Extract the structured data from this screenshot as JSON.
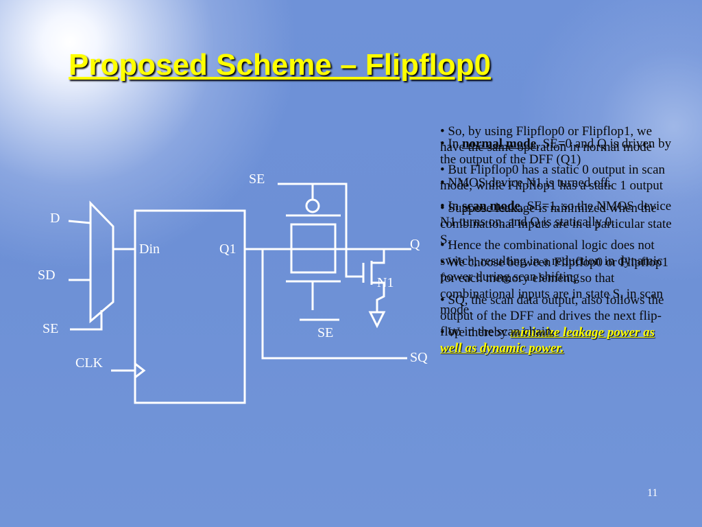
{
  "slide": {
    "title": "Proposed Scheme – Flipflop0",
    "page_number": "11"
  },
  "circuit": {
    "labels": {
      "D": "D",
      "SD": "SD",
      "SE_left": "SE",
      "CLK": "CLK",
      "Din": "Din",
      "Q1": "Q1",
      "SE_top": "SE",
      "SE_bottom": "SE",
      "Q": "Q",
      "SQ": "SQ",
      "N1": "N1"
    }
  },
  "text_layer_1": {
    "bullets": [
      "• So, by using Flipflop0 or Flipflop1, we have the same operation in normal mode",
      "• But Flipflop0 has a static 0 output in scan mode, while Flipflop1 has a static 1 output",
      "• Suppose leakage is minimized when the combinational inputs are in a particular state S.",
      "• We choose between Flipflop0 or Flipflop1 for each memory element, so that combinational inputs are in state S, in scan mode."
    ],
    "final_prefix": "• We thereby ",
    "final_emphasis": "minimize leakage power as well as dynamic power."
  },
  "text_layer_2": {
    "b1_prefix": "• In ",
    "b1_bold": "normal mode",
    "b1_rest": ", SE=0 and Q is driven by the output of the DFF (Q1)",
    "b2": "• NMOS device N1 is turned off.",
    "b3_prefix": "• In ",
    "b3_bold": "scan mode",
    "b3_rest": ", SE=1, so the NMOS device N1 turns on, and Q is statically 0.",
    "b4": "• Hence the combinational logic does not switch, resulting in a reduction in dynamic power during scan shifting",
    "b5": "• SQ, the scan data output, also follows the output of the DFF and drives the next flip-flop in the scan chain."
  }
}
